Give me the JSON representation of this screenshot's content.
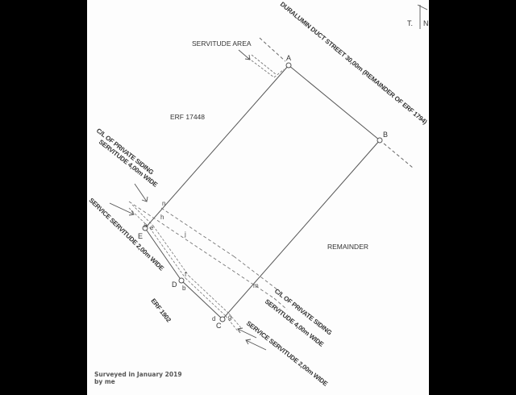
{
  "diagram": {
    "street_label": "DURALUMIN DUCT STREET 30,00m (REMAINDER OF ERF 1794)",
    "north_arrow": {
      "label_t": "T.",
      "label_n": "N"
    },
    "servitude_area_label": "SERVITUDE AREA",
    "parcels": {
      "erf_17448": "ERF 17448",
      "remainder": "REMAINDER",
      "erf_1902": "ERF 1902"
    },
    "siding_upper": {
      "line1": "C/L OF PRIVATE SIDING",
      "line2": "SERVITUDE 4,00m WIDE"
    },
    "service_upper": "SERVICE SERVITUDE 2,00m WIDE",
    "siding_lower": {
      "line1": "C/L OF PRIVATE SIDING",
      "line2": "SERVITUDE 4,00m WIDE"
    },
    "service_lower": "SERVICE SERVITUDE 2,00m WIDE",
    "beacons": {
      "A": "A",
      "B": "B",
      "C": "C",
      "D": "D",
      "E": "E"
    },
    "points": {
      "n": "n",
      "h": "h",
      "a": "a",
      "e": "e",
      "j": "j",
      "f": "f",
      "b": "b",
      "d": "d",
      "g": "g",
      "m": "m"
    },
    "colors": {
      "line": "#555555",
      "text": "#333333",
      "page": "#fdfdfd",
      "background": "#000000"
    }
  },
  "footer": {
    "line1": "Surveyed in January 2019",
    "line2": "by me"
  }
}
